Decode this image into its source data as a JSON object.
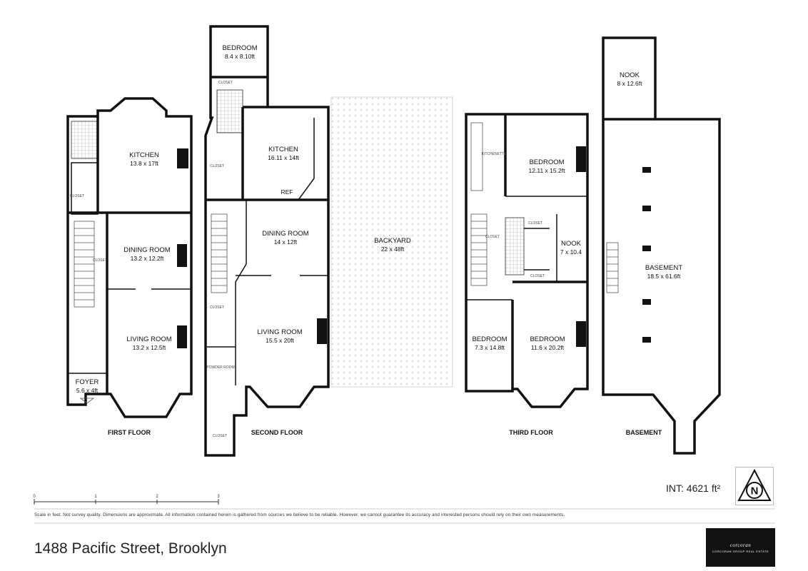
{
  "floors": [
    {
      "label": "FIRST FLOOR",
      "rooms": [
        {
          "name": "KITCHEN",
          "dims": "13.8 x 17ft"
        },
        {
          "name": "DINING ROOM",
          "dims": "13.2 x 12.2ft"
        },
        {
          "name": "LIVING ROOM",
          "dims": "13.2 x 12.5ft"
        },
        {
          "name": "FOYER",
          "dims": "5.6 x 4ft"
        }
      ],
      "small_labels": [
        "CLOSET",
        "CLOSET"
      ]
    },
    {
      "label": "SECOND FLOOR",
      "rooms": [
        {
          "name": "BEDROOM",
          "dims": "8.4 x 8.10ft"
        },
        {
          "name": "KITCHEN",
          "dims": "16.11 x 14ft"
        },
        {
          "name": "DINING ROOM",
          "dims": "14 x 12ft"
        },
        {
          "name": "LIVING ROOM",
          "dims": "15.5 x 20ft"
        }
      ],
      "small_labels": [
        "CLOSET",
        "REF",
        "CLOSET",
        "CLOSET",
        "POWDER ROOM",
        "CLOSET"
      ]
    },
    {
      "label": "THIRD FLOOR",
      "rooms": [
        {
          "name": "BEDROOM",
          "dims": "12.11 x 15.2ft"
        },
        {
          "name": "NOOK",
          "dims": "7 x 10.4"
        },
        {
          "name": "BEDROOM",
          "dims": "7.3 x 14.8ft"
        },
        {
          "name": "BEDROOM",
          "dims": "11.6 x 20.2ft"
        }
      ],
      "small_labels": [
        "KITCHENETTE",
        "CLOSET",
        "CLOSET",
        "CLOSET"
      ]
    },
    {
      "label": "BASEMENT",
      "rooms": [
        {
          "name": "NOOK",
          "dims": "8 x 12.6ft"
        },
        {
          "name": "BASEMENT",
          "dims": "18.5 x 61.6ft"
        }
      ]
    }
  ],
  "backyard": {
    "name": "BACKYARD",
    "dims": "22 x 48ft"
  },
  "scale_ticks": [
    "0",
    "1",
    "2",
    "3"
  ],
  "interior_area": "INT: 4621 ft²",
  "compass": "N",
  "disclaimer": "Scale in feet. Not survey quality. Dimensions are approximate. All information contained herein is gathered from sources we believe to be reliable. However, we cannot guarantee its accuracy and interested persons should rely on their own measurements.",
  "address": "1488 Pacific Street, Brooklyn",
  "logo": {
    "line1": "corcoran",
    "line2": "CORCORAN GROUP REAL ESTATE"
  }
}
